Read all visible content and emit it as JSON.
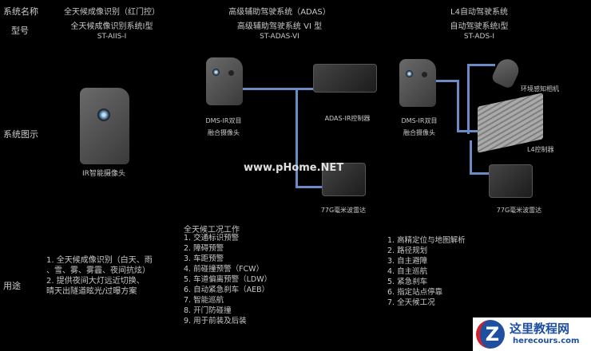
{
  "headers": {
    "system_name": "系统名称",
    "model": "型号",
    "diagram": "系统图示",
    "usage": "用途"
  },
  "systems": [
    {
      "name": "全天候成像识别（红门控）",
      "model": "全天候成像识别系统I型",
      "code": "ST-AIIS-I"
    },
    {
      "name": "高级辅助驾驶系统（ADAS）",
      "model": "高级辅助驾驶系统 VI 型",
      "code": "ST-ADAS-VI"
    },
    {
      "name": "L4自动驾驶系统",
      "model": "自动驾驶系统I型",
      "code": "ST-ADS-I"
    }
  ],
  "components": {
    "c1_camera": "IR智能摄像头",
    "c2_camera_line1": "DMS-IR双目",
    "c2_camera_line2": "融合摄像头",
    "c2_controller": "ADAS-IR控制器",
    "c2_radar": "77G毫米波雷达",
    "c3_camera_line1": "DMS-IR双目",
    "c3_camera_line2": "融合摄像头",
    "c3_lidar": "环境感知相机",
    "c3_controller": "L4控制器",
    "c3_radar": "77G毫米波雷达"
  },
  "usage": {
    "col1": [
      "1. 全天候成像识别（白天、雨",
      "、雪、雾、雾霾、夜间抗炫）",
      "2. 提供夜间大灯远近切换、",
      "晴天出隧道眩光/过曝方案"
    ],
    "col2_title": "全天候工况工作",
    "col2": [
      "1. 交通标识预警",
      "2. 障碍预警",
      "3. 车距预警",
      "4. 前碰撞预警（FCW）",
      "5. 车道偏离预警（LDW）",
      "6. 自动紧急刹车（AEB）",
      "7. 智能巡航",
      "8. 开门防碰撞",
      "9. 用于前装及后装"
    ],
    "col3": [
      "1. 高精定位与地图解析",
      "2. 路径规划",
      "3. 自主避障",
      "4. 自主巡航",
      "5. 紧急刹车",
      "6. 指定站点停靠",
      "7. 全天候工况"
    ]
  },
  "watermark": "www.pHome.NET",
  "logo": {
    "title": "这里教程网",
    "url": "herecours.com"
  },
  "colors": {
    "line": "#6a8cc6",
    "text": "#c9c9c9"
  }
}
